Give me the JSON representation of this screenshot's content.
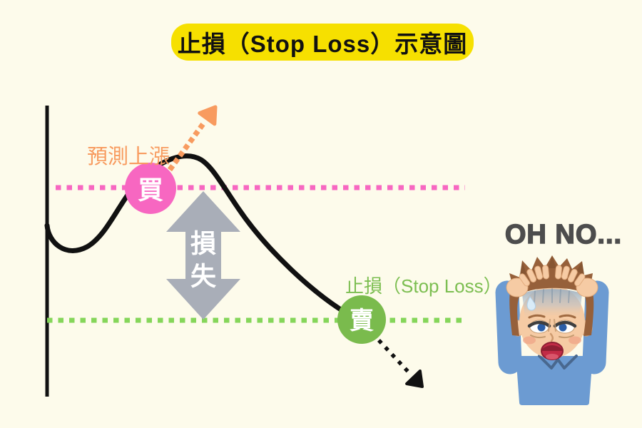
{
  "title": "止損（Stop Loss）示意圖",
  "diagram": {
    "prediction_label": "預測上漲",
    "buy_marker": "買",
    "loss_chars": {
      "top": "損",
      "bottom": "失"
    },
    "sell_marker": "賣",
    "stop_loss_label": "止損（Stop Loss）"
  },
  "reaction": {
    "text": "OH NO..."
  },
  "illustration": {
    "name": "distressed-man-holding-head"
  },
  "colors": {
    "background": "#FDFBEB",
    "banner_yellow": "#F6E000",
    "pink": "#F767C1",
    "orange": "#F89B5F",
    "green_circle": "#7ABB4D",
    "green_line": "#85D65A",
    "green_text": "#7CBE51",
    "gray_arrow": "#A9AEB8",
    "curve_black": "#111111",
    "oh_no_gray": "#4D4D4D"
  }
}
